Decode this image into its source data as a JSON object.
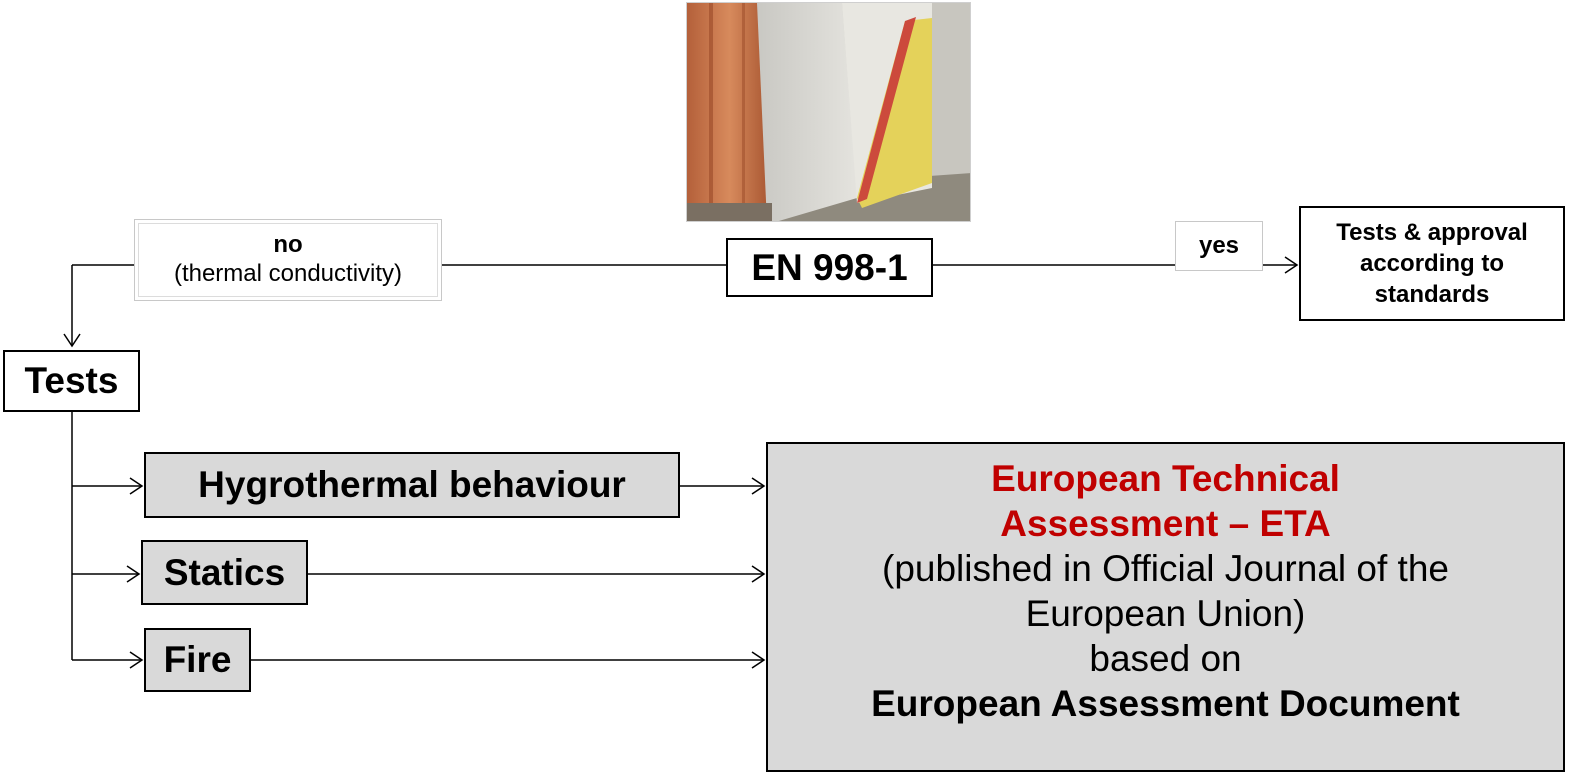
{
  "diagram": {
    "en_standard": "EN 998-1",
    "no_branch": {
      "label": "no",
      "sublabel": "(thermal conductivity)"
    },
    "yes_branch": {
      "label": "yes"
    },
    "approval": {
      "lines": [
        "Tests & approval",
        "according to",
        "standards"
      ]
    },
    "tests": "Tests",
    "test_items": [
      "Hygrothermal behaviour",
      "Statics",
      "Fire"
    ],
    "eta": {
      "title_lines": [
        "European Technical",
        "Assessment – ETA"
      ],
      "body_lines": [
        "(published in Official Journal of the",
        "European Union)",
        "based on"
      ],
      "bold_line": "European Assessment Document"
    }
  },
  "colors": {
    "eta_title": "#c00000",
    "box_fill": "#d9d9d9"
  }
}
